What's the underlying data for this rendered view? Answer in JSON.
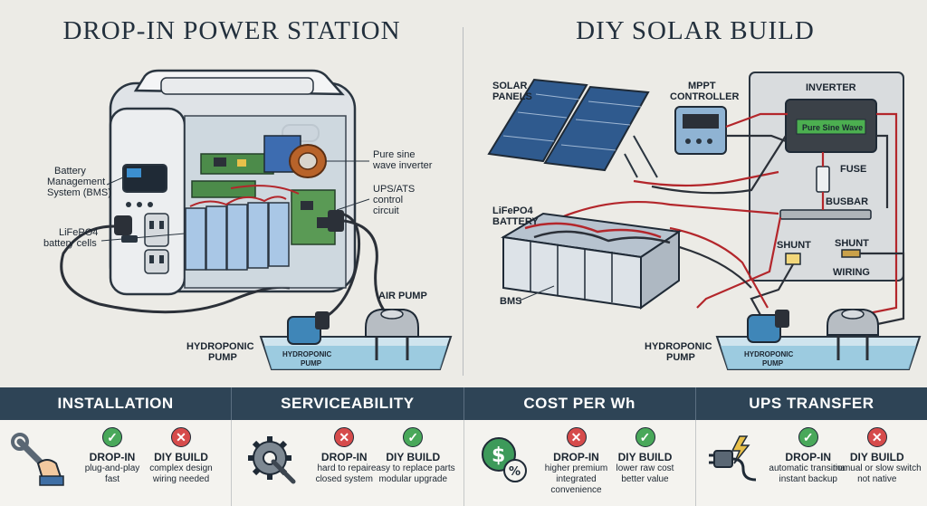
{
  "titles": {
    "left": "DROP-IN POWER STATION",
    "right": "DIY SOLAR BUILD"
  },
  "left_labels": {
    "bms": [
      "Battery",
      "Management",
      "System (BMS)"
    ],
    "cells": [
      "LiFePO4",
      "battery cells"
    ],
    "inverter": [
      "Pure sine",
      "wave inverter"
    ],
    "ups": [
      "UPS/ATS",
      "control",
      "circuit"
    ],
    "air_pump": "AIR PUMP",
    "hydro_pump": [
      "HYDROPONIC",
      "PUMP"
    ],
    "tank_label": [
      "HYDROPONIC",
      "PUMP"
    ]
  },
  "right_labels": {
    "solar": [
      "SOLAR",
      "PANELS"
    ],
    "mppt": [
      "MPPT",
      "CONTROLLER"
    ],
    "inverter": "INVERTER",
    "inverter_screen": "Pure Sine Wave",
    "fuse": "FUSE",
    "busbar": "BUSBAR",
    "shunt_left": "SHUNT",
    "shunt_right": "SHUNT",
    "wiring": "WIRING",
    "battery": [
      "LiFePO4",
      "BATTERY"
    ],
    "bms": "BMS",
    "hydro_pump": [
      "HYDROPONIC",
      "PUMP"
    ],
    "tank_label": [
      "HYDROPONIC",
      "PUMP"
    ]
  },
  "categories": [
    {
      "name": "INSTALLATION",
      "icon": "wrench-hand-icon",
      "a": {
        "mark": "ok",
        "head": "DROP-IN",
        "lines": [
          "plug-and-play",
          "fast"
        ]
      },
      "b": {
        "mark": "no",
        "head": "DIY BUILD",
        "lines": [
          "complex design",
          "wiring needed"
        ]
      }
    },
    {
      "name": "SERVICEABILITY",
      "icon": "gear-wrench-icon",
      "a": {
        "mark": "no",
        "head": "DROP-IN",
        "lines": [
          "hard to repair",
          "closed system"
        ]
      },
      "b": {
        "mark": "ok",
        "head": "DIY BUILD",
        "lines": [
          "easy to replace parts",
          "modular upgrade"
        ]
      }
    },
    {
      "name": "COST PER Wh",
      "icon": "dollar-percent-icon",
      "a": {
        "mark": "no",
        "head": "DROP-IN",
        "lines": [
          "higher premium",
          "integrated convenience"
        ]
      },
      "b": {
        "mark": "ok",
        "head": "DIY BUILD",
        "lines": [
          "lower raw cost",
          "better value"
        ]
      }
    },
    {
      "name": "UPS TRANSFER",
      "icon": "plug-bolt-icon",
      "a": {
        "mark": "ok",
        "head": "DROP-IN",
        "lines": [
          "automatic transition",
          "instant backup"
        ]
      },
      "b": {
        "mark": "no",
        "head": "DIY BUILD",
        "lines": [
          "manual or slow switch",
          "not native"
        ]
      }
    }
  ],
  "colors": {
    "bar": "#2e4456",
    "ok": "#49a85a",
    "no": "#d64b4b",
    "wire_red": "#b3262b",
    "wire_dark": "#2b3038"
  }
}
